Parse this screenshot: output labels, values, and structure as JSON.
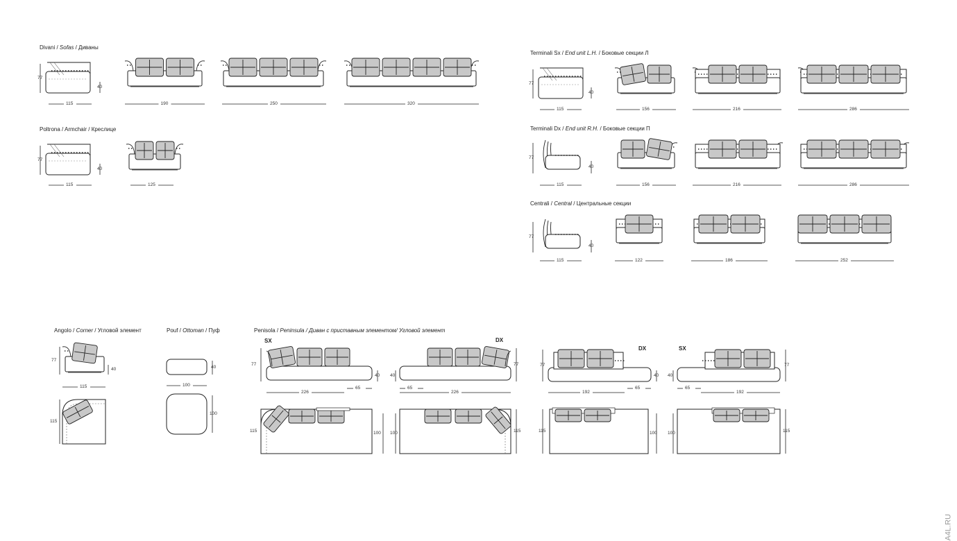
{
  "sections": {
    "sofas": {
      "a": "Divani / ",
      "b": "Sofas",
      "c": " / Диваны"
    },
    "armchair": {
      "a": "Poltrona / Armchair / Кресл",
      "b": "",
      "c": "ице"
    },
    "end_lh": {
      "a": "Terminali Sx / ",
      "b": "End unit L.H.",
      "c": " / Боковые секции Л"
    },
    "end_rh": {
      "a": "Terminali Dx / ",
      "b": "End unit R.H.",
      "c": " / Боковые секции П"
    },
    "central": {
      "a": "Centrali / ",
      "b": "Central",
      "c": " / Центральные секции"
    },
    "corner": {
      "a": "Angolo / ",
      "b": "Corner",
      "c": " / Угловой элемент"
    },
    "pouf": {
      "a": "Pouf / ",
      "b": "Ottoman",
      "c": " / Пуф"
    },
    "peninsula": {
      "a": "Penisola / ",
      "b": "Peninsula / Диван с приставным элементом/ Угловой элемент",
      "c": ""
    }
  },
  "marks": {
    "sx": "SX",
    "dx": "DX"
  },
  "dims": {
    "h77": "77",
    "h40": "40",
    "d115": "115",
    "d100": "100",
    "d65": "65",
    "w190": "190",
    "w250": "250",
    "w320": "320",
    "w125": "125",
    "w156": "156",
    "w216": "216",
    "w286": "286",
    "w122": "122",
    "w186": "186",
    "w252": "252",
    "w226": "226",
    "w192": "192"
  },
  "watermark": "A4L.RU"
}
